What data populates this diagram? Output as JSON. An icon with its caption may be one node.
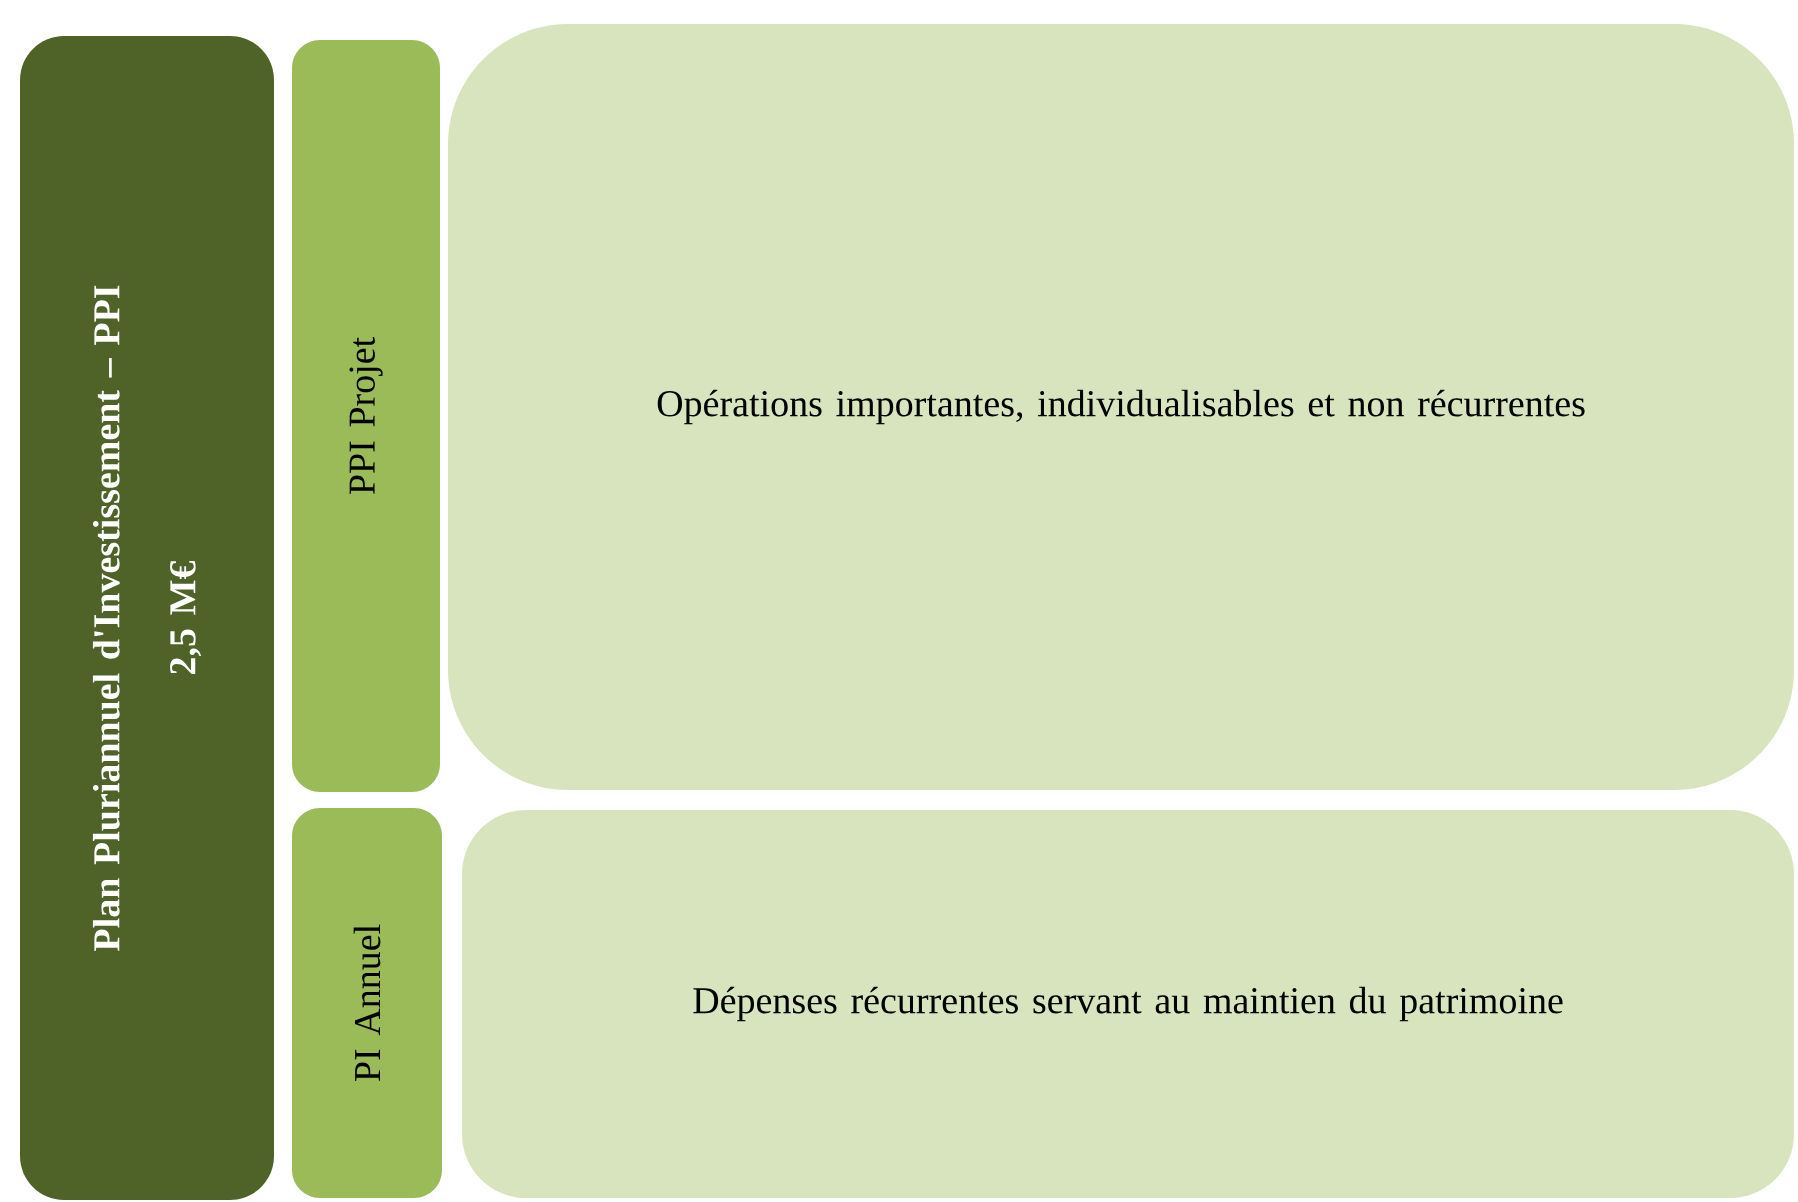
{
  "diagram": {
    "nodes": [
      {
        "text": [
          "Plan Pluriannuel d'Investissement – PPI",
          "2,5 M€"
        ]
      },
      {
        "text": [
          "PPI Projet"
        ]
      },
      {
        "text": [
          "Opérations importantes, individualisables et non récurrentes"
        ]
      },
      {
        "text": [
          "PI Annuel"
        ]
      },
      {
        "text": [
          "Dépenses récurrentes servant au maintien du patrimoine"
        ]
      }
    ]
  }
}
